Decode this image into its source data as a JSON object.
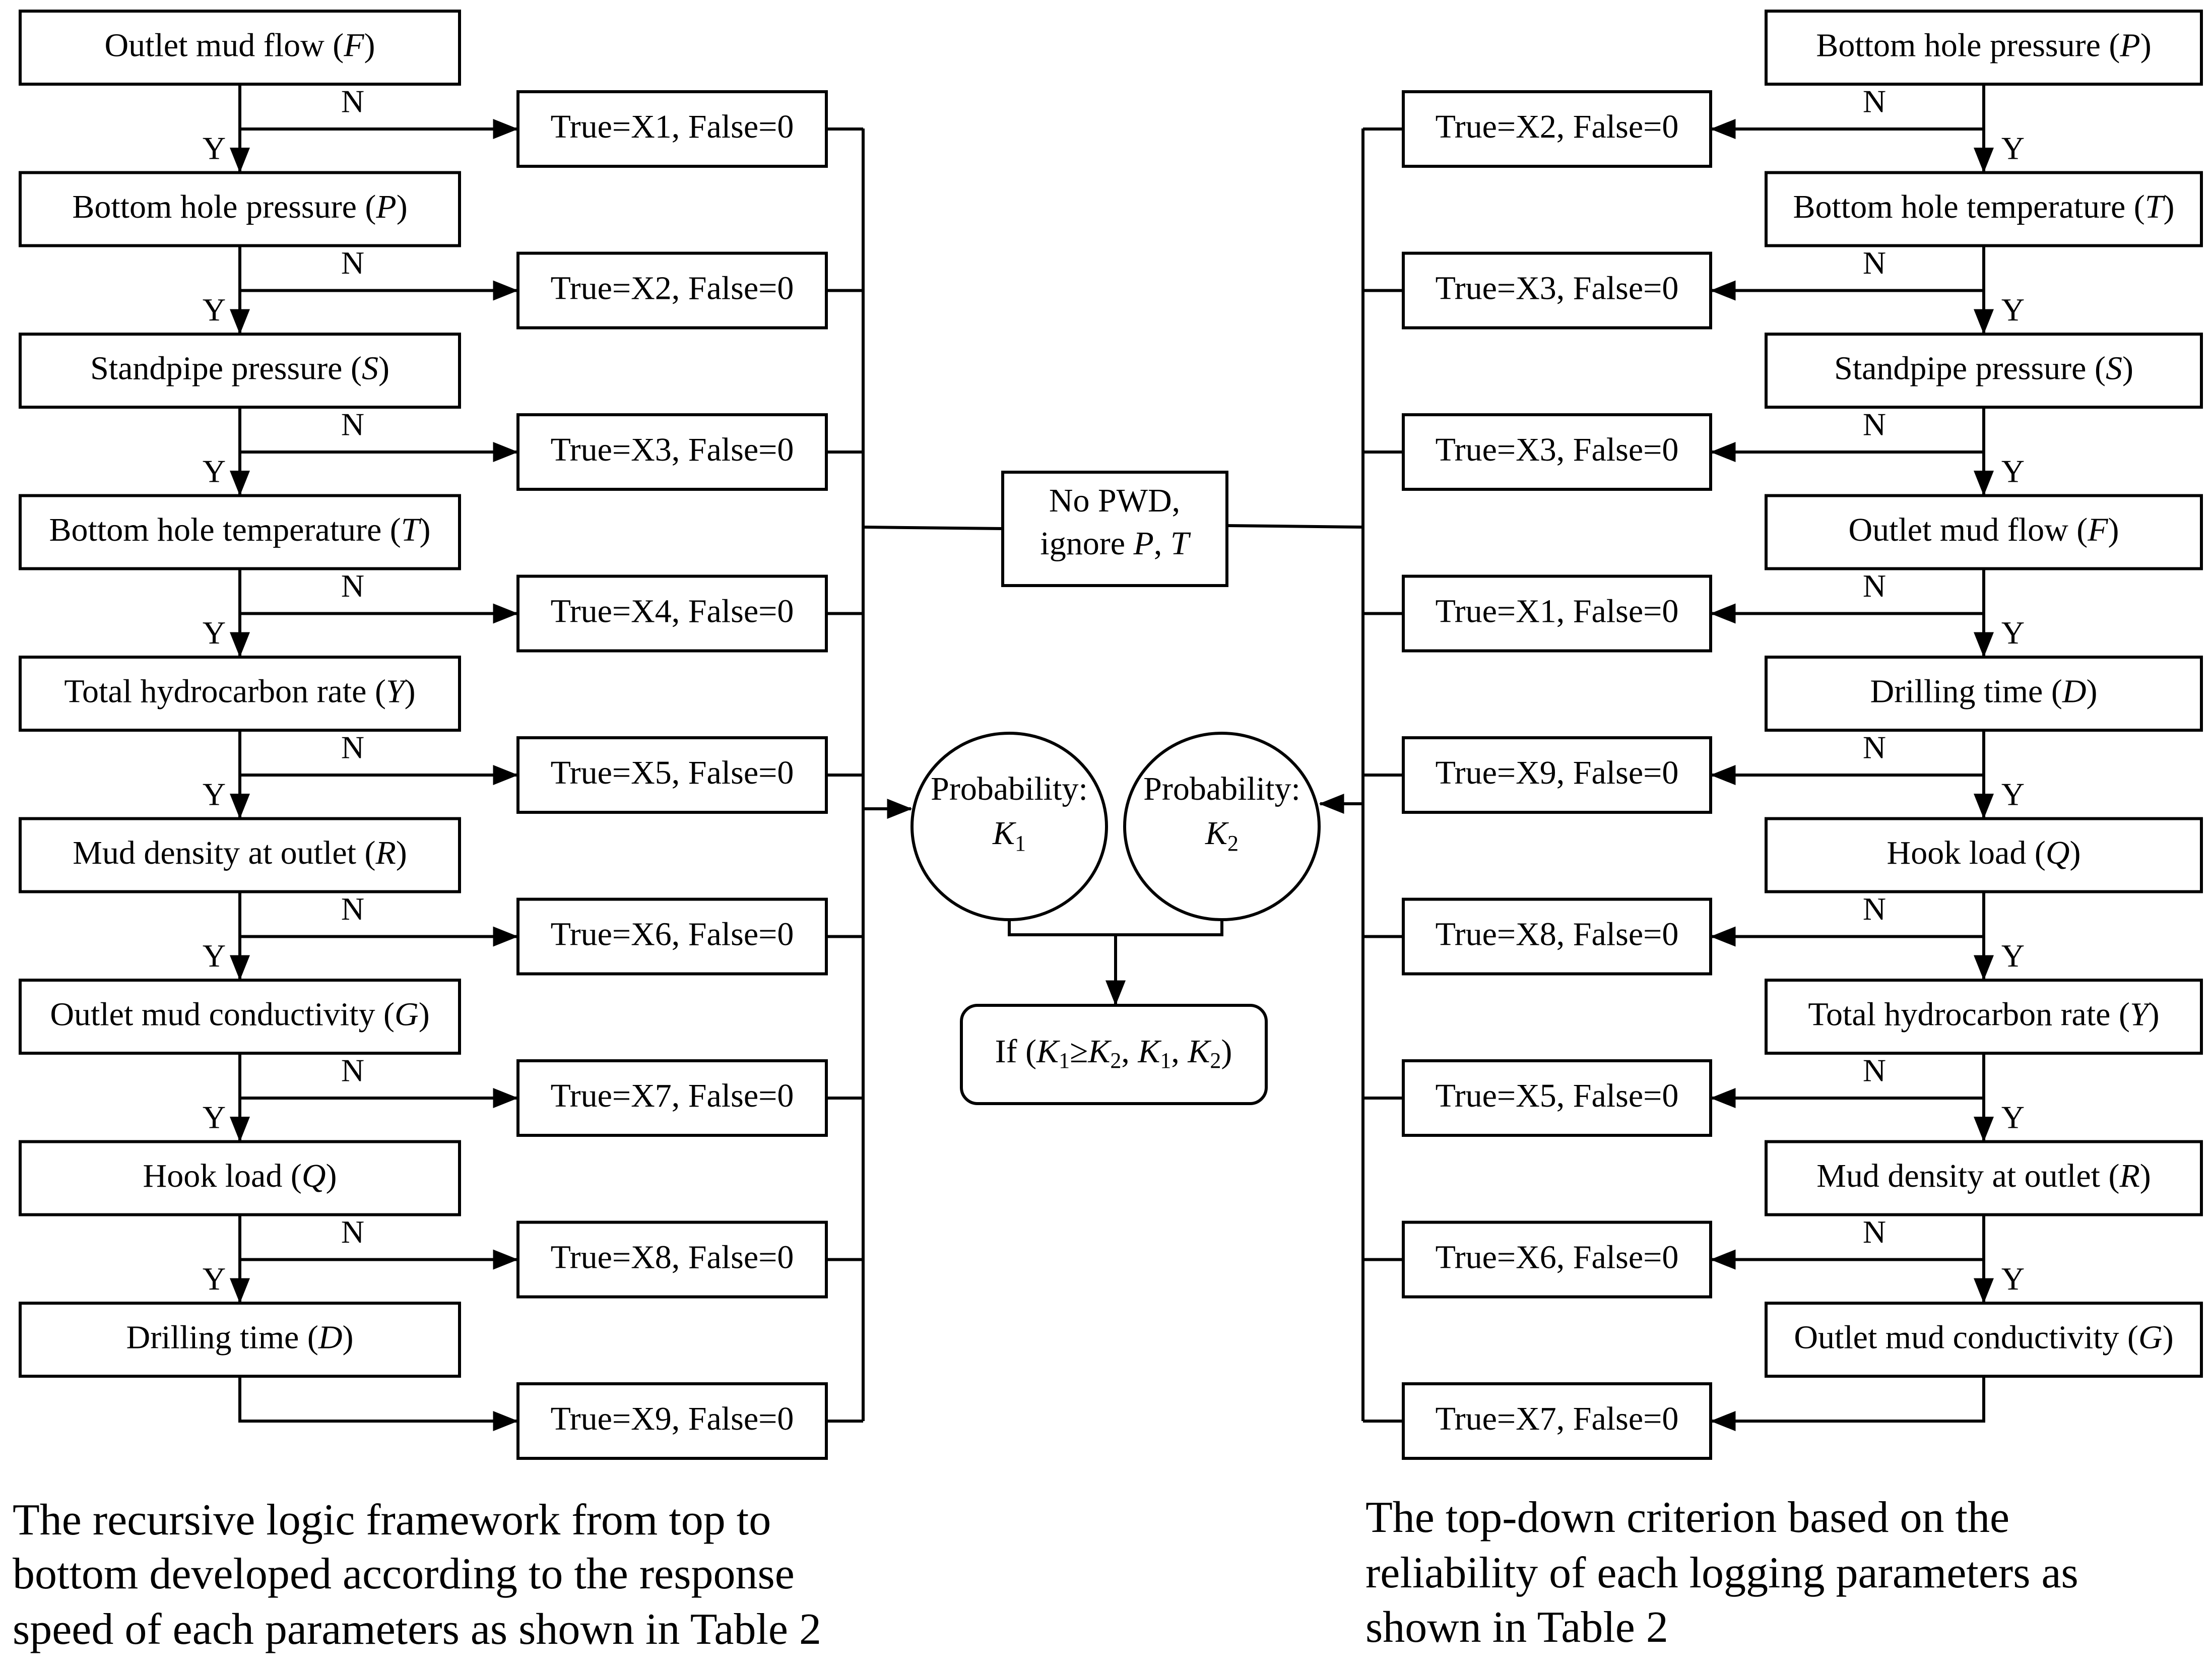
{
  "left": {
    "params": [
      {
        "text": "Outlet mud flow (",
        "var": "F",
        "tail": ")"
      },
      {
        "text": "Bottom hole pressure (",
        "var": "P",
        "tail": ")"
      },
      {
        "text": "Standpipe pressure (",
        "var": "S",
        "tail": ")"
      },
      {
        "text": "Bottom hole temperature (",
        "var": "T",
        "tail": ")"
      },
      {
        "text": "Total hydrocarbon rate (",
        "var": "Y",
        "tail": ")"
      },
      {
        "text": "Mud density at outlet (",
        "var": "R",
        "tail": ")"
      },
      {
        "text": "Outlet mud conductivity (",
        "var": "G",
        "tail": ")"
      },
      {
        "text": "Hook load (",
        "var": "Q",
        "tail": ")"
      },
      {
        "text": "Drilling time (",
        "var": "D",
        "tail": ")"
      }
    ],
    "results": [
      "True=X1, False=0",
      "True=X2, False=0",
      "True=X3, False=0",
      "True=X4, False=0",
      "True=X5, False=0",
      "True=X6, False=0",
      "True=X7, False=0",
      "True=X8, False=0",
      "True=X9, False=0"
    ],
    "caption": [
      "The recursive logic framework from top to",
      "bottom developed according to the response",
      "speed of each parameters as shown in Table 2"
    ]
  },
  "right": {
    "params": [
      {
        "text": "Bottom hole pressure (",
        "var": "P",
        "tail": ")"
      },
      {
        "text": "Bottom hole temperature (",
        "var": "T",
        "tail": ")"
      },
      {
        "text": "Standpipe pressure (",
        "var": "S",
        "tail": ")"
      },
      {
        "text": "Outlet mud flow (",
        "var": "F",
        "tail": ")"
      },
      {
        "text": "Drilling time (",
        "var": "D",
        "tail": ")"
      },
      {
        "text": "Hook load (",
        "var": "Q",
        "tail": ")"
      },
      {
        "text": "Total hydrocarbon rate (",
        "var": "Y",
        "tail": ")"
      },
      {
        "text": "Mud density at outlet (",
        "var": "R",
        "tail": ")"
      },
      {
        "text": "Outlet mud conductivity (",
        "var": "G",
        "tail": ")"
      }
    ],
    "results": [
      "True=X2, False=0",
      "True=X3, False=0",
      "True=X3, False=0",
      "True=X1, False=0",
      "True=X9, False=0",
      "True=X8, False=0",
      "True=X5, False=0",
      "True=X6, False=0",
      "True=X7, False=0"
    ],
    "caption": [
      "The top-down criterion based on the",
      "reliability of each logging parameters as",
      "shown in Table 2"
    ]
  },
  "labels": {
    "no": "N",
    "yes": "Y"
  },
  "center": {
    "no_pwd_line1": "No PWD,",
    "no_pwd_line2_prefix": "ignore ",
    "no_pwd_var1": "P",
    "no_pwd_sep": ", ",
    "no_pwd_var2": "T",
    "prob_label": "Probability:",
    "k": "K",
    "k1_sub": "1",
    "k2_sub": "2",
    "decision_prefix": "If (",
    "decision_ge": "≥",
    "decision_sep": ", ",
    "decision_suffix": ")"
  }
}
